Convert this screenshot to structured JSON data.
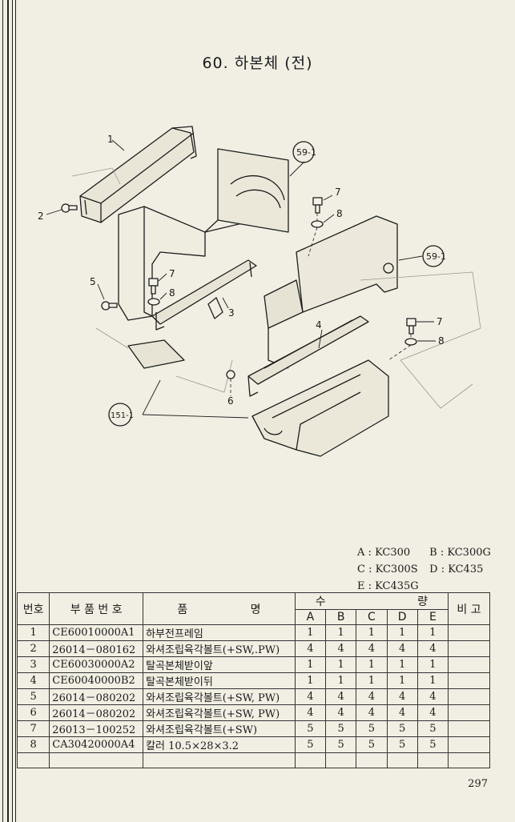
{
  "page": {
    "title": "60. 하본체 (전)",
    "number": "297"
  },
  "diagram": {
    "callouts": [
      "1",
      "2",
      "3",
      "4",
      "5",
      "6",
      "7",
      "8",
      "59-1",
      "151-1"
    ]
  },
  "models": [
    {
      "key": "A",
      "sep": ":",
      "model": "KC300"
    },
    {
      "key": "B",
      "sep": ":",
      "model": "KC300G"
    },
    {
      "key": "C",
      "sep": ":",
      "model": "KC300S"
    },
    {
      "key": "D",
      "sep": ":",
      "model": "KC435"
    },
    {
      "key": "E",
      "sep": ":",
      "model": "KC435G"
    }
  ],
  "table": {
    "headers": {
      "no": "번호",
      "code": "부 품 번 호",
      "name_1": "품",
      "name_2": "명",
      "qty_1": "수",
      "qty_2": "량",
      "note": "비 고",
      "cols": [
        "A",
        "B",
        "C",
        "D",
        "E"
      ]
    },
    "rows": [
      {
        "no": "1",
        "code": "CE60010000A1",
        "name": "하부전프레임",
        "q": [
          "1",
          "1",
          "1",
          "1",
          "1"
        ]
      },
      {
        "no": "2",
        "code": "26014－080162",
        "name": "와셔조립육각볼트(+SW,.PW)",
        "q": [
          "4",
          "4",
          "4",
          "4",
          "4"
        ]
      },
      {
        "no": "3",
        "code": "CE60030000A2",
        "name": "탈곡본체받이앞",
        "q": [
          "1",
          "1",
          "1",
          "1",
          "1"
        ]
      },
      {
        "no": "4",
        "code": "CE60040000B2",
        "name": "탈곡본체받이뒤",
        "q": [
          "1",
          "1",
          "1",
          "1",
          "1"
        ]
      },
      {
        "no": "5",
        "code": "26014－080202",
        "name": "와셔조립육각볼트(+SW, PW)",
        "q": [
          "4",
          "4",
          "4",
          "4",
          "4"
        ]
      },
      {
        "no": "6",
        "code": "26014－080202",
        "name": "와셔조립육각볼트(+SW, PW)",
        "q": [
          "4",
          "4",
          "4",
          "4",
          "4"
        ]
      },
      {
        "no": "7",
        "code": "26013－100252",
        "name": "와셔조립육각볼트(+SW)",
        "q": [
          "5",
          "5",
          "5",
          "5",
          "5"
        ]
      },
      {
        "no": "8",
        "code": "CA30420000A4",
        "name": "칼러 10.5×28×3.2",
        "q": [
          "5",
          "5",
          "5",
          "5",
          "5"
        ]
      }
    ]
  }
}
